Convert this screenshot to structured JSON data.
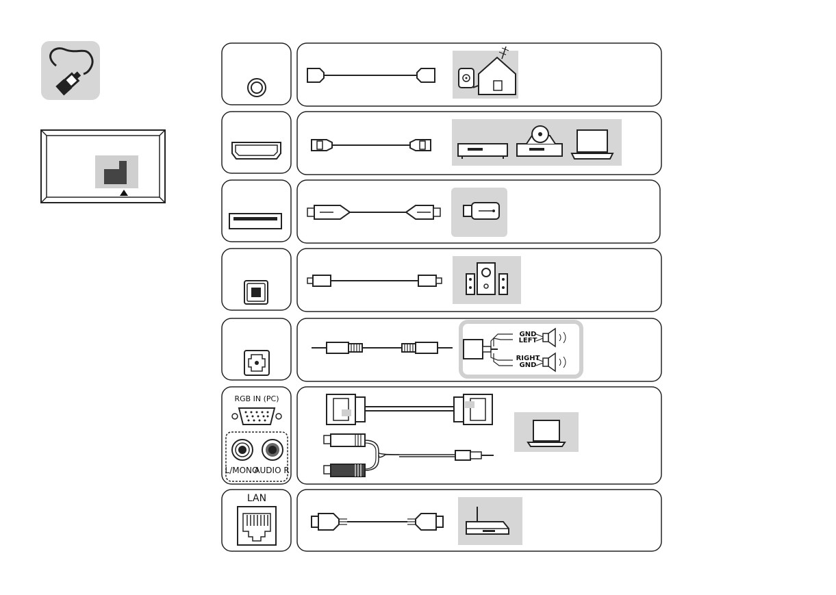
{
  "ports": {
    "rgb_label": "RGB IN (PC)",
    "audio_left_label": "L/MONO",
    "audio_right_label": "AUDIO R",
    "lan_label": "LAN"
  },
  "speaker_wiring": {
    "gnd_top": "GND",
    "left": "LEFT",
    "right": "RIGHT",
    "gnd_bottom": "GND"
  },
  "icons": [
    "cable-plug-icon",
    "tv-back-panel-icon",
    "antenna-port-icon",
    "house-antenna-icon",
    "hdmi-port-icon",
    "set-top-box-icon",
    "dvd-player-icon",
    "laptop-icon",
    "usb-port-icon",
    "usb-drive-icon",
    "optical-port-icon",
    "speaker-system-icon",
    "headphone-port-icon",
    "speaker-icon",
    "vga-port-icon",
    "rca-jack-icon",
    "lan-port-icon",
    "router-icon"
  ],
  "colors": {
    "panel_gray": "#d6d6d6",
    "stroke": "#222222",
    "dark_fill": "#333333"
  }
}
